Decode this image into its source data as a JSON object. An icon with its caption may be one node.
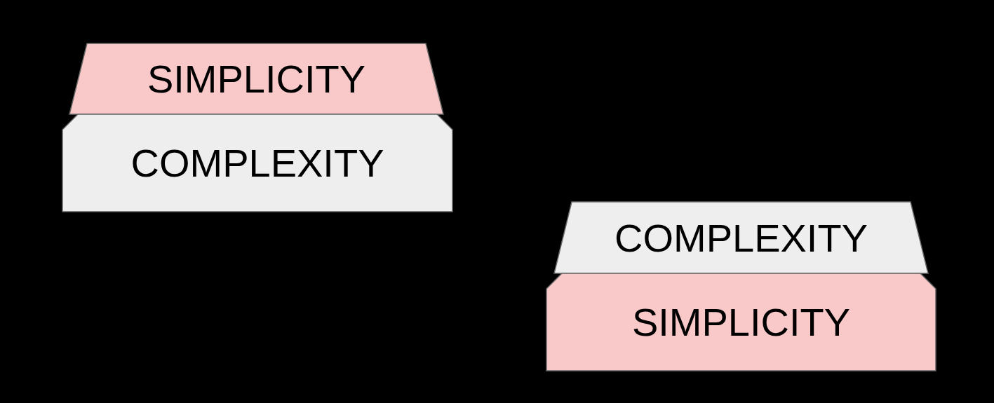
{
  "diagram": {
    "nodes": [
      {
        "text": [
          "SIMPLICITY"
        ]
      },
      {
        "text": [
          "COMPLEXITY"
        ]
      },
      {
        "text": [
          "COMPLEXITY"
        ]
      },
      {
        "text": [
          "SIMPLICITY"
        ]
      }
    ]
  }
}
